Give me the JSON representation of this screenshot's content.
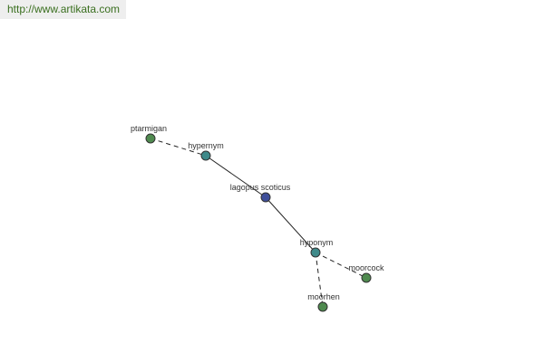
{
  "banner": {
    "url": "http://www.artikata.com"
  },
  "graph": {
    "colors": {
      "center": "#3f4f9a",
      "relation": "#3f8a8a",
      "leaf": "#4f8a4f"
    },
    "nodes": {
      "center": {
        "label": "lagopus scoticus",
        "kind": "center"
      },
      "hypernym": {
        "label": "hypernym",
        "kind": "relation"
      },
      "hyponym": {
        "label": "hyponym",
        "kind": "relation"
      },
      "ptarmigan": {
        "label": "ptarmigan",
        "kind": "leaf"
      },
      "moorcock": {
        "label": "moorcock",
        "kind": "leaf"
      },
      "moorhen": {
        "label": "moorhen",
        "kind": "leaf"
      }
    },
    "edges": [
      {
        "from": "hypernym",
        "to": "center",
        "style": "solid"
      },
      {
        "from": "center",
        "to": "hyponym",
        "style": "solid"
      },
      {
        "from": "ptarmigan",
        "to": "hypernym",
        "style": "dashed"
      },
      {
        "from": "hyponym",
        "to": "moorcock",
        "style": "dashed"
      },
      {
        "from": "hyponym",
        "to": "moorhen",
        "style": "dashed"
      }
    ]
  }
}
